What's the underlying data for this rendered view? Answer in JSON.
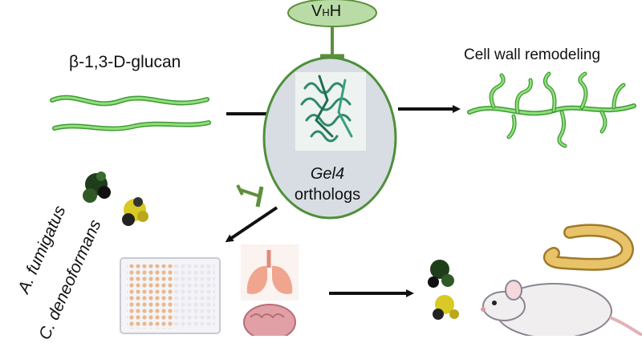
{
  "inhibitor_label": {
    "prefix": "V",
    "sub": "H",
    "suffix": "H"
  },
  "substrate_label": "β-1,3-D-glucan",
  "enzyme": {
    "gene": "Gel4",
    "suffix": "orthologs"
  },
  "product_label": "Cell wall remodeling",
  "organisms": [
    "A. fumigatus",
    "C. deneoformans"
  ],
  "colors": {
    "strand": "#7fd36a",
    "strand_edge": "#3f9a35",
    "ellipse_fill": "#d7dde3",
    "ellipse_edge": "#4f8f3a",
    "inhibitor_bar": "#5e8f3c",
    "arrow": "#111111",
    "fungus_dark": "#1f3d1a",
    "fungus_yellow": "#d9c925"
  },
  "icons": [
    "glucan-strands-icon",
    "protein-structure-icon",
    "branched-glucan-icon",
    "fungus-cluster-icon",
    "well-plate-icon",
    "lungs-icon",
    "brain-icon",
    "worm-icon",
    "mouse-icon"
  ]
}
